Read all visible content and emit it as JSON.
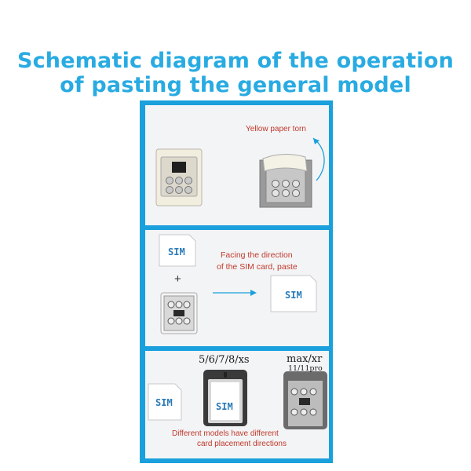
{
  "title": {
    "line1": "Schematic diagram of the operation",
    "line2": "of pasting the general model"
  },
  "panel1": {
    "note": "Yellow paper torn"
  },
  "panel2": {
    "note_line1": "Facing the direction",
    "note_line2": "of the SIM card, paste",
    "sim_label_top": "SIM",
    "plus": "+",
    "sim_label_result": "SIM"
  },
  "panel3": {
    "model_left": "5/6/7/8/xs",
    "model_right": "max/xr",
    "model_right_sub": "11/11pro",
    "sim_label_card": "SIM",
    "sim_label_tray": "SIM",
    "note_line1": "Different models have different",
    "note_line2": "card placement directions"
  },
  "colors": {
    "title": "#29abe2",
    "frame": "#1aa0dc",
    "note": "#c0392b",
    "arrow": "#1aa0dc"
  }
}
